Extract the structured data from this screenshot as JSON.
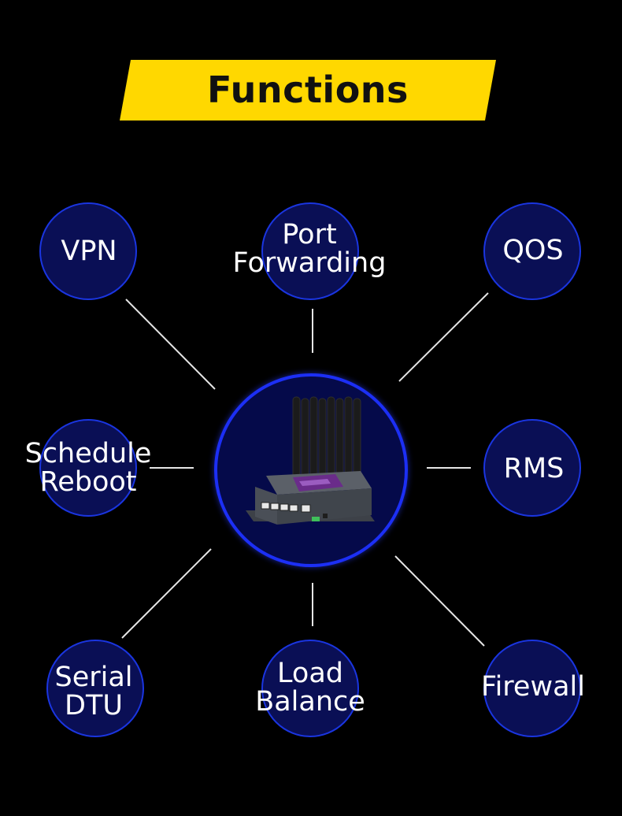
{
  "banner": {
    "title": "Functions"
  },
  "functions": {
    "vpn": "VPN",
    "port_forwarding_line1": "Port",
    "port_forwarding_line2": "Forwarding",
    "qos": "QOS",
    "schedule_reboot_line1": "Schedule",
    "schedule_reboot_line2": "Reboot",
    "rms": "RMS",
    "serial_dtu_line1": "Serial",
    "serial_dtu_line2": "DTU",
    "load_balance_line1": "Load",
    "load_balance_line2": "Balance",
    "firewall": "Firewall"
  },
  "colors": {
    "banner": "#FFD800",
    "node_fill": "#0a0f55",
    "node_border": "#1a35e0",
    "connector": "#e6e6e6",
    "router_accent": "#6a2c8a"
  },
  "hub": {
    "icon": "router-icon"
  }
}
